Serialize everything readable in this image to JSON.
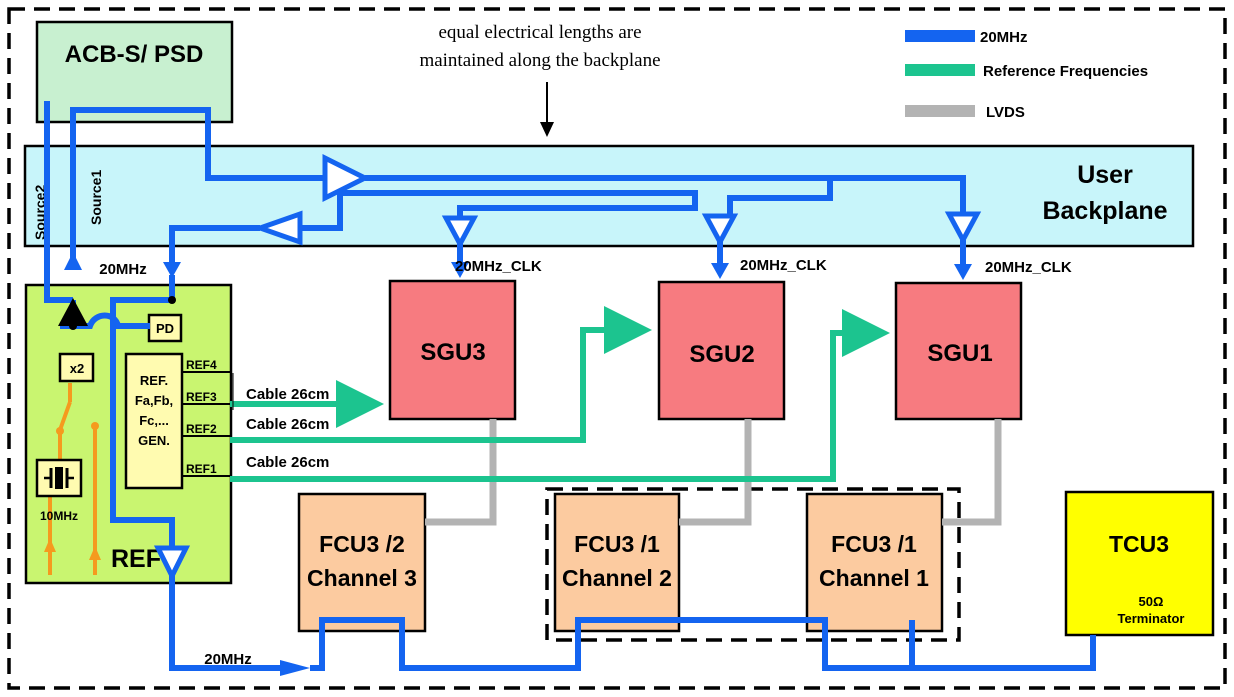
{
  "legend": {
    "items": [
      {
        "label": "20MHz",
        "color": "#1464f0"
      },
      {
        "label": "Reference Frequencies",
        "color": "#1cc48f"
      },
      {
        "label": "LVDS",
        "color": "#b3b3b3"
      }
    ]
  },
  "annotation": {
    "line1": "equal electrical lengths are",
    "line2": "maintained along the backplane"
  },
  "blocks": {
    "acb": "ACB-S/ PSD",
    "backplane_line1": "User",
    "backplane_line2": "Backplane",
    "sgu3": "SGU3",
    "sgu2": "SGU2",
    "sgu1": "SGU1",
    "fcu_a_line1": "FCU3 /2",
    "fcu_a_line2": "Channel 3",
    "fcu_b_line1": "FCU3 /1",
    "fcu_b_line2": "Channel 2",
    "fcu_c_line1": "FCU3 /1",
    "fcu_c_line2": "Channel 1",
    "tcu": "TCU3",
    "terminator_line1": "50Ω",
    "terminator_line2": "Terminator",
    "ref": "REF",
    "pd": "PD",
    "x2": "x2",
    "ref_gen_line1": "REF.",
    "ref_gen_line2": "Fa,Fb,",
    "ref_gen_line3": "Fc,...",
    "ref_gen_line4": "GEN.",
    "osc": "10MHz"
  },
  "labels": {
    "source2": "Source2",
    "source1": "Source1",
    "mhz_ref": "20MHz",
    "mhz_bottom": "20MHz",
    "clk_sgu3": "20MHz_CLK",
    "clk_sgu2": "20MHz_CLK",
    "clk_sgu1": "20MHz_CLK",
    "ref4": "REF4",
    "ref3": "REF3",
    "ref2": "REF2",
    "ref1": "REF1",
    "cable1": "Cable 26cm",
    "cable2": "Cable 26cm",
    "cable3": "Cable 26cm"
  }
}
